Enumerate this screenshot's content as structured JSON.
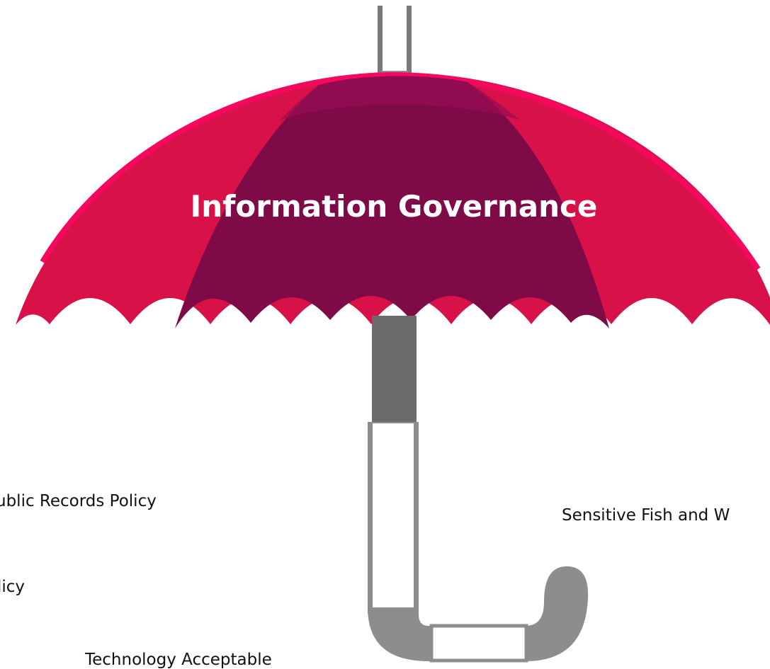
{
  "title": "Information Governance",
  "labels": {
    "public_records": "ublic Records Policy",
    "policy": "licy",
    "sensitive": "Sensitive Fish and W",
    "technology": "Technology Acceptable"
  },
  "colors": {
    "canopy_outer": "#d81148",
    "canopy_inner": "#7e0a48",
    "canopy_rim": "#f5085e",
    "shaft": "#6b6b6b",
    "handle": "#8d8d8d",
    "title_text": "#ffffff"
  }
}
